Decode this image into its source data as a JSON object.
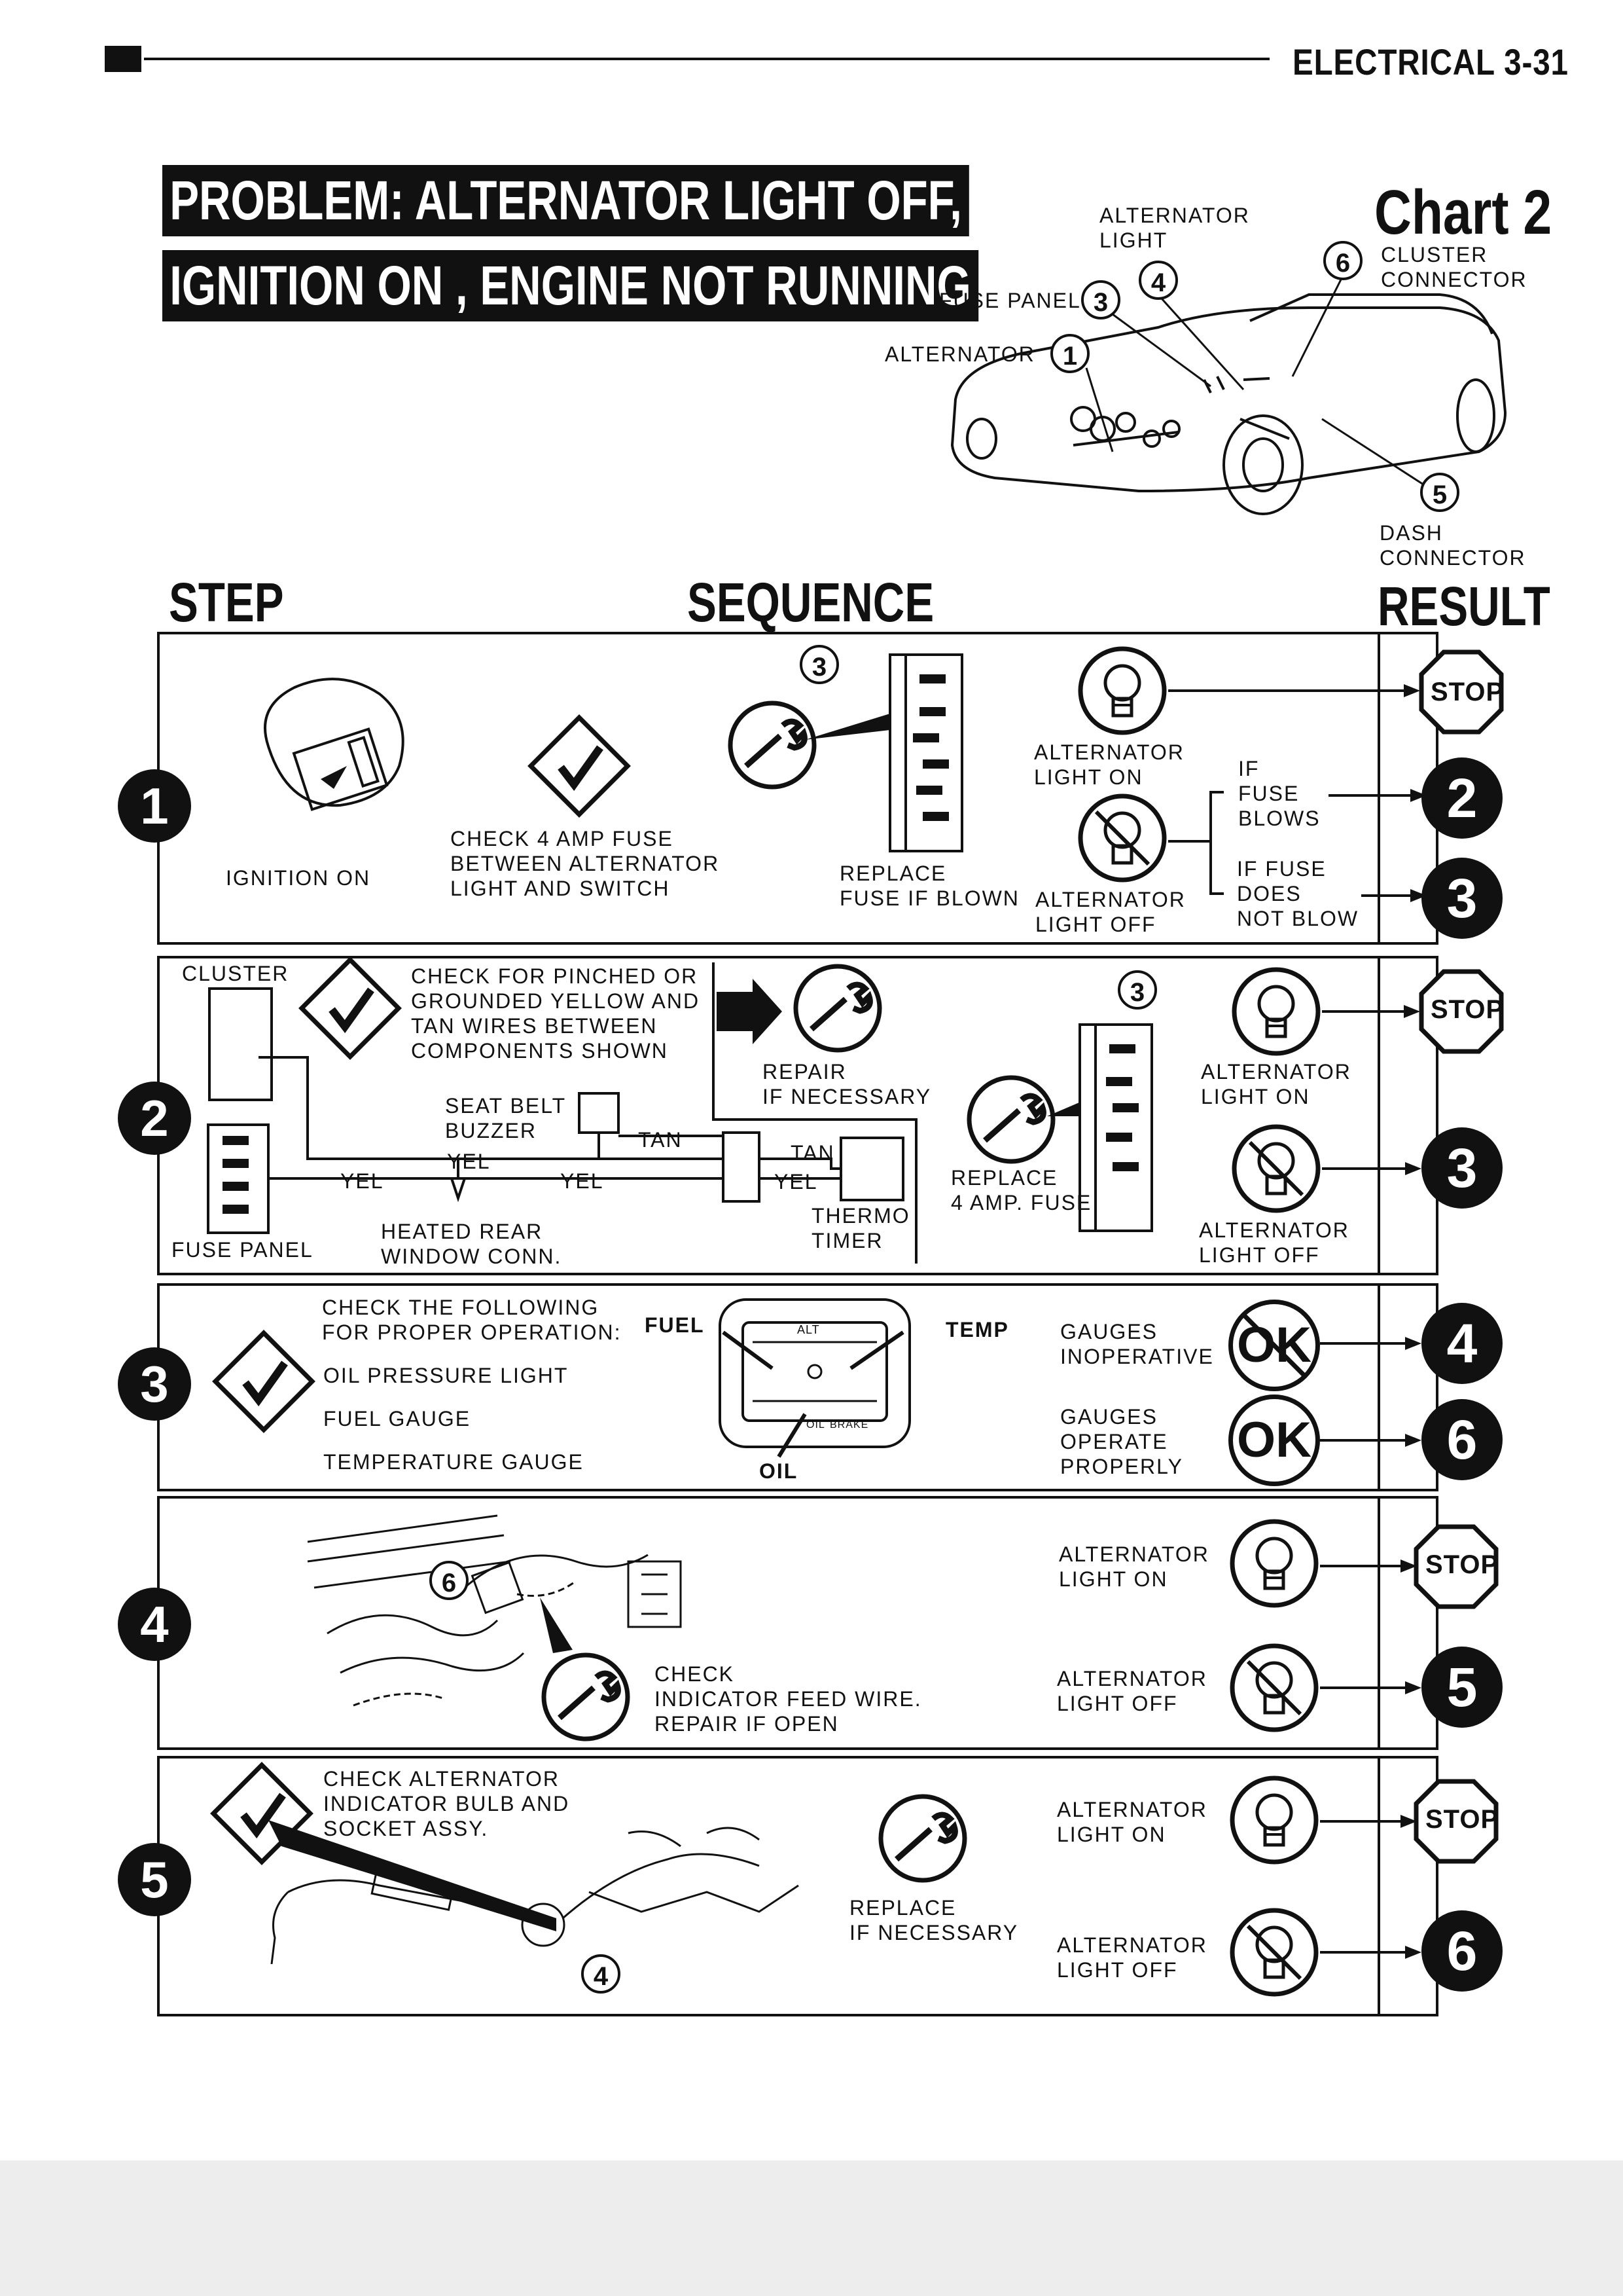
{
  "header": {
    "section": "ELECTRICAL 3-31"
  },
  "problem": {
    "line1": "PROBLEM:  ALTERNATOR LIGHT OFF,",
    "line2": "IGNITION ON , ENGINE NOT RUNNING"
  },
  "chart_title": "Chart 2",
  "locator": {
    "alternator_light": "ALTERNATOR\nLIGHT",
    "cluster_connector": "CLUSTER\nCONNECTOR",
    "fuse_panel": "FUSE PANEL",
    "alternator": "ALTERNATOR",
    "dash_connector": "DASH\nCONNECTOR",
    "callouts": [
      "1",
      "3",
      "4",
      "5",
      "6"
    ]
  },
  "columns": {
    "step": "STEP",
    "sequence": "SEQUENCE",
    "result": "RESULT"
  },
  "steps": [
    {
      "number": "1",
      "ignition": "IGNITION ON",
      "check": "CHECK 4 AMP FUSE\nBETWEEN ALTERNATOR\nLIGHT AND SWITCH",
      "callout": "3",
      "replace": "REPLACE\nFUSE IF BLOWN",
      "light_on": "ALTERNATOR\nLIGHT ON",
      "light_off": "ALTERNATOR\nLIGHT OFF",
      "if_blows": "IF\nFUSE\nBLOWS",
      "if_not_blow": "IF FUSE\nDOES\nNOT BLOW",
      "results": [
        "STOP",
        "2",
        "3"
      ]
    },
    {
      "number": "2",
      "cluster": "CLUSTER",
      "check": "CHECK FOR PINCHED OR\nGROUNDED YELLOW AND\nTAN WIRES BETWEEN\nCOMPONENTS SHOWN",
      "seat_belt": "SEAT BELT\nBUZZER",
      "tan1": "TAN",
      "tan2": "TAN",
      "yel1": "YEL",
      "yel2": "YEL",
      "yel3": "YEL",
      "yel4": "YEL",
      "thermo": "THERMO\nTIMER",
      "heated": "HEATED REAR\nWINDOW CONN.",
      "fuse_panel": "FUSE PANEL",
      "repair": "REPAIR\nIF NECESSARY",
      "callout": "3",
      "replace": "REPLACE\n4 AMP. FUSE",
      "light_on": "ALTERNATOR\nLIGHT ON",
      "light_off": "ALTERNATOR\nLIGHT OFF",
      "results": [
        "STOP",
        "3"
      ]
    },
    {
      "number": "3",
      "check": "CHECK THE FOLLOWING\nFOR PROPER OPERATION:",
      "items": [
        "OIL PRESSURE LIGHT",
        "FUEL GAUGE",
        "TEMPERATURE GAUGE"
      ],
      "fuel": "FUEL",
      "temp": "TEMP",
      "oil": "OIL",
      "gauge_alt": "ALT",
      "gauge_oil": "OIL",
      "gauge_brake": "BRAKE",
      "inoperative": "GAUGES\nINOPERATIVE",
      "operate": "GAUGES\nOPERATE\nPROPERLY",
      "ok": "OK",
      "results": [
        "4",
        "6"
      ]
    },
    {
      "number": "4",
      "callout": "6",
      "check": "CHECK\nINDICATOR FEED WIRE.\nREPAIR IF OPEN",
      "light_on": "ALTERNATOR\nLIGHT ON",
      "light_off": "ALTERNATOR\nLIGHT OFF",
      "results": [
        "STOP",
        "5"
      ]
    },
    {
      "number": "5",
      "check": "CHECK ALTERNATOR\nINDICATOR BULB AND\nSOCKET ASSY.",
      "callout": "4",
      "replace": "REPLACE\nIF NECESSARY",
      "light_on": "ALTERNATOR\nLIGHT ON",
      "light_off": "ALTERNATOR\nLIGHT OFF",
      "results": [
        "STOP",
        "6"
      ]
    }
  ]
}
